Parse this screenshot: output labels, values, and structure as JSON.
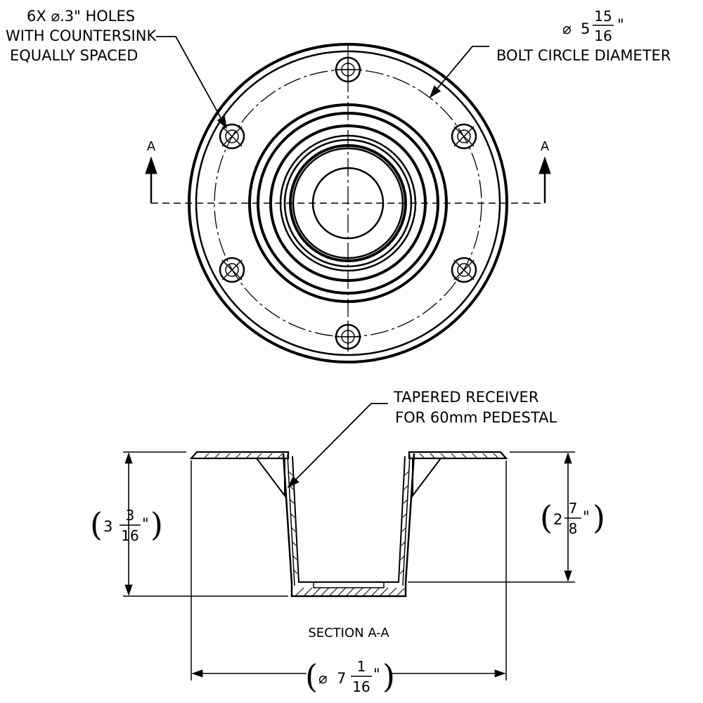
{
  "notes": {
    "holes_line1": "6X",
    "holes_symbol": "⌀",
    "holes_line1_rest": ".3\" HOLES",
    "holes_line2": "WITH COUNTERSINK",
    "holes_line3": "EQUALLY SPACED",
    "bolt_circle_symbol": "⌀",
    "bolt_circle_whole": "5",
    "bolt_circle_num": "15",
    "bolt_circle_den": "16",
    "bolt_circle_inch": "\"",
    "bolt_circle_label": "BOLT CIRCLE DIAMETER",
    "section_marker_left": "A",
    "section_marker_right": "A",
    "receiver_line1": "TAPERED RECEIVER",
    "receiver_line2": "FOR 60mm PEDESTAL",
    "section_title": "SECTION A-A"
  },
  "dimensions": {
    "overall_height": {
      "whole": "3",
      "num": "3",
      "den": "16",
      "inch": "\""
    },
    "receiver_height": {
      "whole": "2",
      "num": "7",
      "den": "8",
      "inch": "\""
    },
    "flange_diameter": {
      "symbol": "⌀",
      "whole": "7",
      "num": "1",
      "den": "16",
      "inch": "\""
    }
  }
}
